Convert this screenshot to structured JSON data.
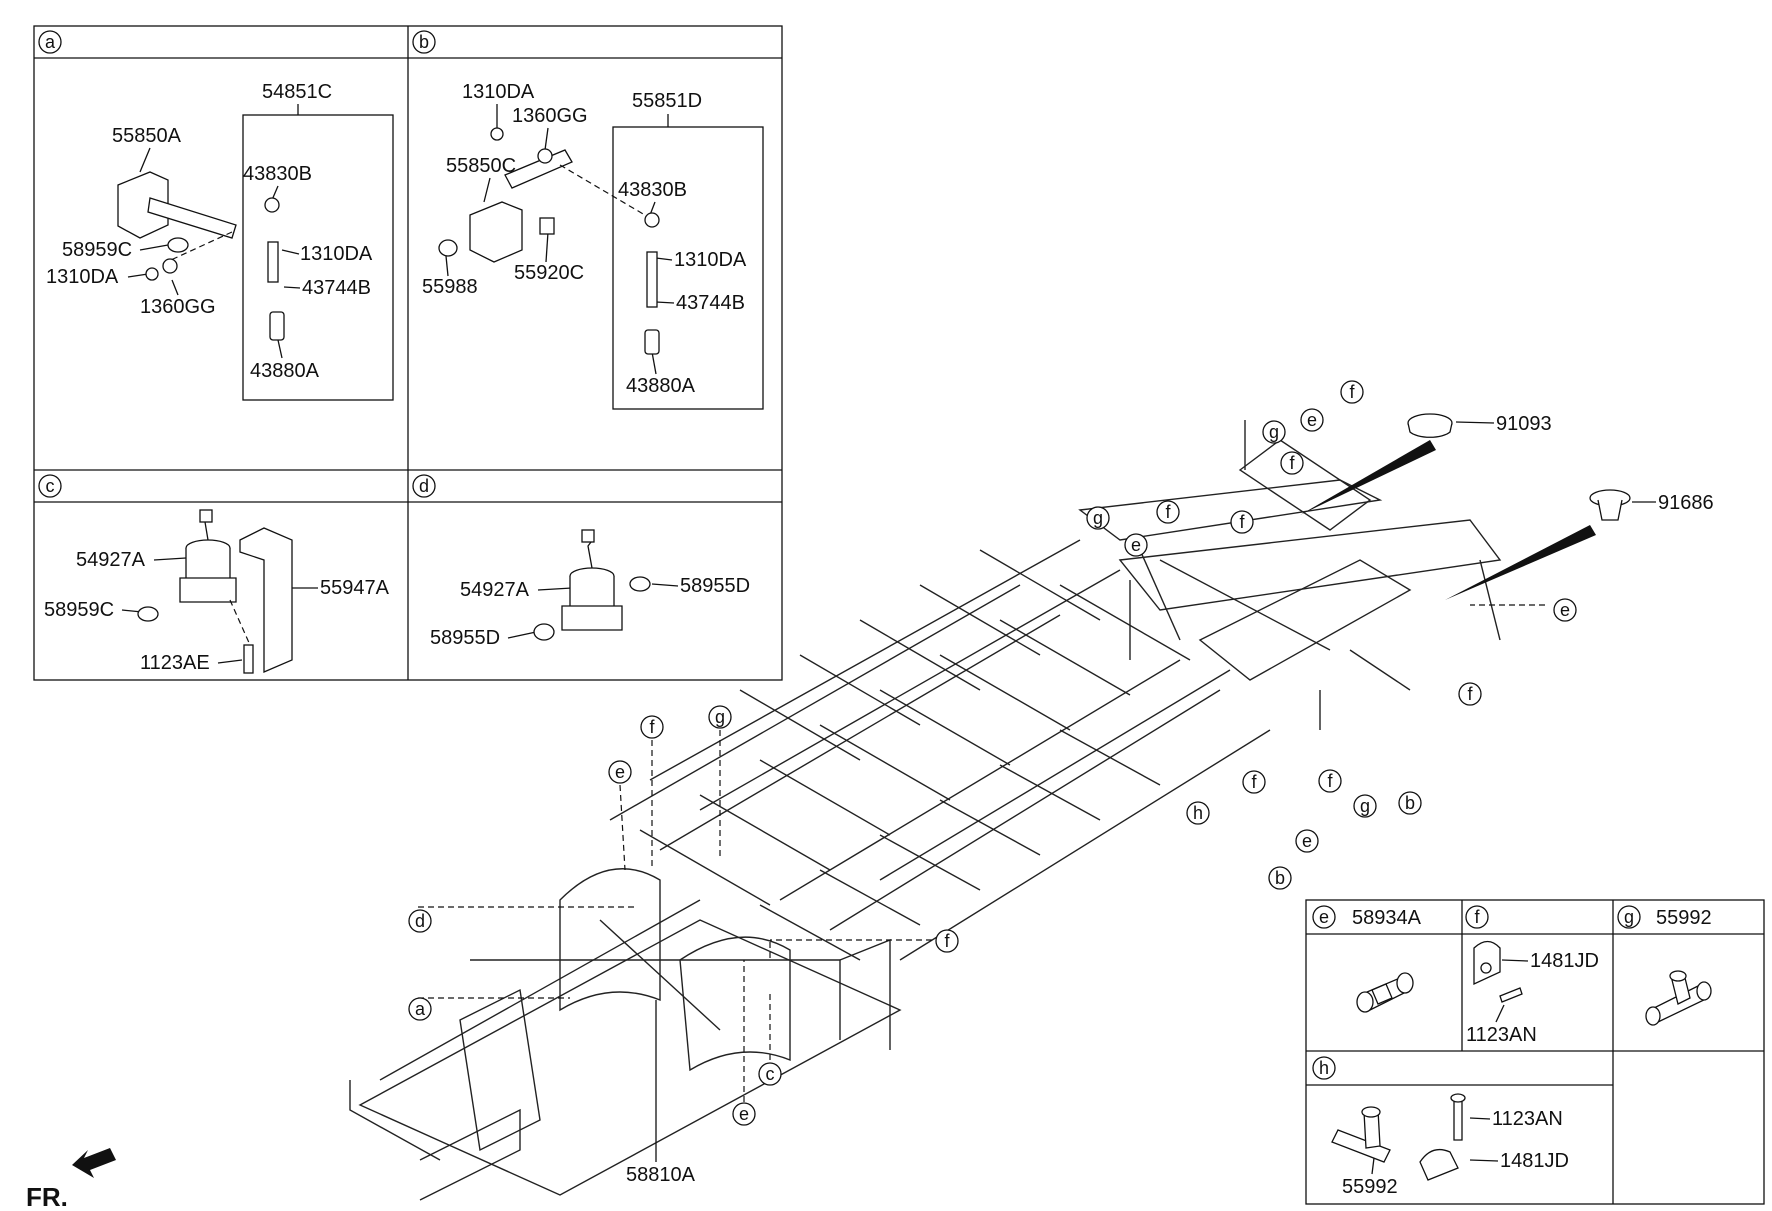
{
  "panels": {
    "a": {
      "letter": "a",
      "labels": {
        "l54851C": "54851C",
        "l55850A": "55850A",
        "l43830B": "43830B",
        "l58959C": "58959C",
        "l1310DA_r": "1310DA",
        "l1310DA_l": "1310DA",
        "l43744B": "43744B",
        "l1360GG": "1360GG",
        "l43880A": "43880A"
      }
    },
    "b": {
      "letter": "b",
      "labels": {
        "l1310DA_t": "1310DA",
        "l1360GG": "1360GG",
        "l55851D": "55851D",
        "l55850C": "55850C",
        "l43830B": "43830B",
        "l1310DA_r": "1310DA",
        "l55988": "55988",
        "l55920C": "55920C",
        "l43744B": "43744B",
        "l43880A": "43880A"
      }
    },
    "c": {
      "letter": "c",
      "labels": {
        "l54927A": "54927A",
        "l55947A": "55947A",
        "l58959C": "58959C",
        "l1123AE": "1123AE"
      }
    },
    "d": {
      "letter": "d",
      "labels": {
        "l54927A": "54927A",
        "l58955D_r": "58955D",
        "l58955D_l": "58955D"
      }
    },
    "e": {
      "letter": "e",
      "labels": {
        "l58934A": "58934A"
      }
    },
    "f": {
      "letter": "f",
      "labels": {
        "l1481JD": "1481JD",
        "l1123AN": "1123AN"
      }
    },
    "g": {
      "letter": "g",
      "labels": {
        "l55992": "55992"
      }
    },
    "h": {
      "letter": "h",
      "labels": {
        "l1123AN": "1123AN",
        "l55992": "55992",
        "l1481JD": "1481JD"
      }
    }
  },
  "main": {
    "l91093": "91093",
    "l91686": "91686",
    "l58810A": "58810A",
    "fr": "FR.",
    "callouts": [
      {
        "id": "c1",
        "letter": "f"
      },
      {
        "id": "c2",
        "letter": "e"
      },
      {
        "id": "c3",
        "letter": "g"
      },
      {
        "id": "c4",
        "letter": "f"
      },
      {
        "id": "c5",
        "letter": "g"
      },
      {
        "id": "c6",
        "letter": "e"
      },
      {
        "id": "c7",
        "letter": "f"
      },
      {
        "id": "c8",
        "letter": "f"
      },
      {
        "id": "c9",
        "letter": "e"
      },
      {
        "id": "c10",
        "letter": "f"
      },
      {
        "id": "c11",
        "letter": "h"
      },
      {
        "id": "c12",
        "letter": "f"
      },
      {
        "id": "c13",
        "letter": "f"
      },
      {
        "id": "c14",
        "letter": "g"
      },
      {
        "id": "c15",
        "letter": "b"
      },
      {
        "id": "c16",
        "letter": "e"
      },
      {
        "id": "c17",
        "letter": "b"
      },
      {
        "id": "c18",
        "letter": "e"
      },
      {
        "id": "c19",
        "letter": "f"
      },
      {
        "id": "c20",
        "letter": "f"
      },
      {
        "id": "c21",
        "letter": "g"
      },
      {
        "id": "c22",
        "letter": "e"
      },
      {
        "id": "c23",
        "letter": "d"
      },
      {
        "id": "c24",
        "letter": "a"
      },
      {
        "id": "c25",
        "letter": "f"
      },
      {
        "id": "c26",
        "letter": "c"
      },
      {
        "id": "c27",
        "letter": "e"
      }
    ]
  }
}
